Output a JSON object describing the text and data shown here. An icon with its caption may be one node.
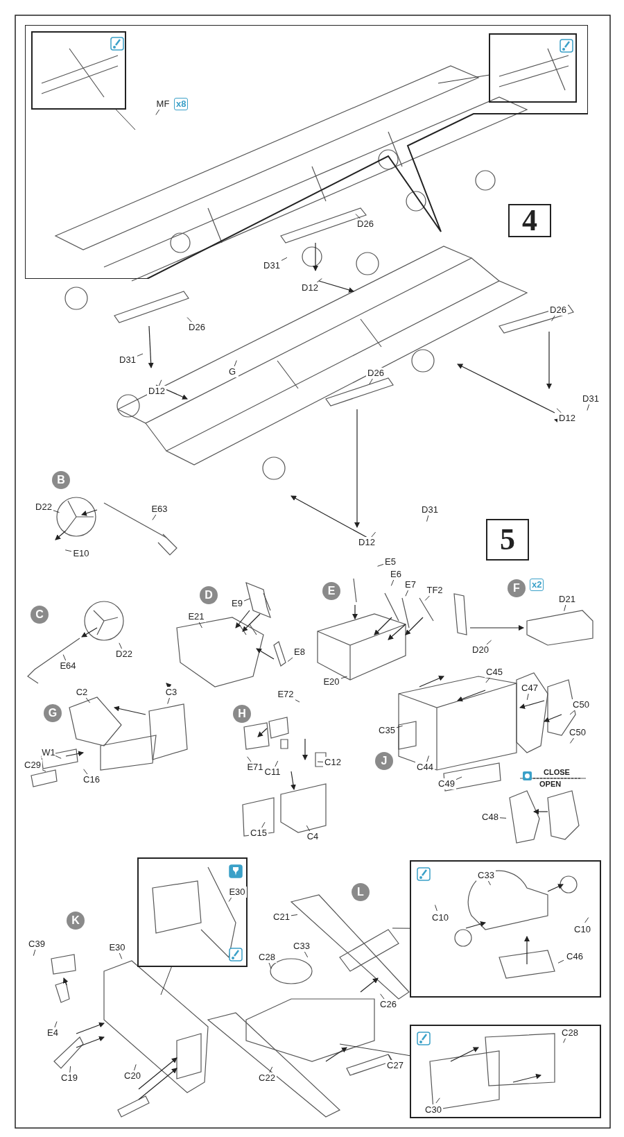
{
  "diagram": {
    "nodes": [
      {
        "text": [],
        "shape": "picture"
      },
      {
        "text": [],
        "shape": "picture",
        "in": 0
      },
      {
        "text": [],
        "shape": "picture",
        "in": 0
      },
      {
        "text": [
          "MF"
        ],
        "beside": [
          "x8"
        ],
        "in": 0
      },
      {
        "text": [
          "4"
        ]
      },
      {
        "text": [
          "D26"
        ]
      },
      {
        "text": [
          "D31"
        ]
      },
      {
        "text": [
          "D12"
        ]
      },
      {
        "text": [
          "D26"
        ]
      },
      {
        "text": [
          "D31"
        ]
      },
      {
        "text": [
          "D12"
        ]
      },
      {
        "text": [
          "G"
        ]
      },
      {
        "text": [
          "D26"
        ]
      },
      {
        "text": [
          "D31"
        ]
      },
      {
        "text": [
          "D12"
        ]
      },
      {
        "text": [
          "D26"
        ]
      },
      {
        "text": [
          "D31"
        ]
      },
      {
        "text": [
          "D12"
        ]
      },
      {
        "text": [
          "5"
        ]
      },
      {
        "text": [
          "B"
        ]
      },
      {
        "text": [
          "D22"
        ]
      },
      {
        "text": [
          "E63"
        ]
      },
      {
        "text": [
          "E10"
        ]
      },
      {
        "text": [
          "C"
        ]
      },
      {
        "text": [
          "D22"
        ]
      },
      {
        "text": [
          "E64"
        ]
      },
      {
        "text": [
          "D"
        ]
      },
      {
        "text": [
          "E9"
        ]
      },
      {
        "text": [
          "E21"
        ]
      },
      {
        "text": [
          "E8"
        ]
      },
      {
        "text": [
          "E"
        ]
      },
      {
        "text": [
          "E5"
        ]
      },
      {
        "text": [
          "E6"
        ]
      },
      {
        "text": [
          "E7"
        ]
      },
      {
        "text": [
          "TF2"
        ]
      },
      {
        "text": [
          "E20"
        ]
      },
      {
        "text": [
          "F"
        ],
        "beside": [
          "x2"
        ]
      },
      {
        "text": [
          "D21"
        ]
      },
      {
        "text": [
          "D20"
        ]
      },
      {
        "text": [
          "G"
        ]
      },
      {
        "text": [
          "C2"
        ]
      },
      {
        "text": [
          "C3"
        ]
      },
      {
        "text": [
          "W1"
        ]
      },
      {
        "text": [
          "C29"
        ]
      },
      {
        "text": [
          "C16"
        ]
      },
      {
        "text": [
          "H"
        ]
      },
      {
        "text": [
          "E72"
        ]
      },
      {
        "text": [
          "E71"
        ]
      },
      {
        "text": [
          "C11"
        ]
      },
      {
        "text": [
          "C12"
        ]
      },
      {
        "text": [
          "C15"
        ]
      },
      {
        "text": [
          "C4"
        ]
      },
      {
        "text": [
          "J"
        ]
      },
      {
        "text": [
          "C45"
        ]
      },
      {
        "text": [
          "C47"
        ]
      },
      {
        "text": [
          "C50"
        ]
      },
      {
        "text": [
          "C35"
        ]
      },
      {
        "text": [
          "C44"
        ]
      },
      {
        "text": [
          "C49"
        ]
      },
      {
        "text": [
          "C50"
        ]
      },
      {
        "text": [
          "C48"
        ]
      },
      {
        "text": [
          "K"
        ]
      },
      {
        "text": [
          "C39"
        ]
      },
      {
        "text": [
          "E30"
        ]
      },
      {
        "text": [
          "E4"
        ]
      },
      {
        "text": [
          "C19"
        ]
      },
      {
        "text": [
          "C20"
        ]
      },
      {
        "text": [],
        "shape": "picture"
      },
      {
        "text": [
          "E30"
        ],
        "in": 67
      },
      {
        "text": [
          "L"
        ]
      },
      {
        "text": [
          "C21"
        ]
      },
      {
        "text": [
          "C28"
        ]
      },
      {
        "text": [
          "C33"
        ]
      },
      {
        "text": [
          "C26"
        ]
      },
      {
        "text": [
          "C22"
        ]
      },
      {
        "text": [
          "C27"
        ]
      },
      {
        "text": [],
        "shape": "picture"
      },
      {
        "text": [
          "C33"
        ],
        "in": 76
      },
      {
        "text": [
          "C10"
        ],
        "in": 76
      },
      {
        "text": [
          "C10"
        ],
        "in": 76
      },
      {
        "text": [
          "C46"
        ],
        "in": 76
      },
      {
        "text": [],
        "shape": "picture"
      },
      {
        "text": [
          "C28"
        ],
        "in": 81
      },
      {
        "text": [
          "C30"
        ],
        "in": 81
      }
    ],
    "edges": [
      {
        "from": 1,
        "to": null,
        "arrow": "none"
      },
      {
        "from": 2,
        "to": null,
        "arrow": "none"
      },
      {
        "from": 3,
        "to": null,
        "arrow": "none"
      },
      {
        "from": 5,
        "to": null,
        "arrow": "none"
      },
      {
        "from": 6,
        "to": null,
        "arrow": "none"
      },
      {
        "from": 7,
        "to": null,
        "arrow": "none"
      },
      {
        "from": 8,
        "to": null,
        "arrow": "none"
      },
      {
        "from": 9,
        "to": null,
        "arrow": "none"
      },
      {
        "from": 10,
        "to": null,
        "arrow": "none"
      },
      {
        "from": 11,
        "to": null,
        "arrow": "none"
      },
      {
        "from": 12,
        "to": null,
        "arrow": "none"
      },
      {
        "from": 13,
        "to": null,
        "arrow": "none"
      },
      {
        "from": 14,
        "to": null,
        "arrow": "none"
      },
      {
        "from": 15,
        "to": null,
        "arrow": "none"
      },
      {
        "from": 16,
        "to": null,
        "arrow": "none"
      },
      {
        "from": 17,
        "to": null,
        "arrow": "none"
      },
      {
        "from": 20,
        "to": null,
        "arrow": "none"
      },
      {
        "from": 21,
        "to": null,
        "arrow": "none"
      },
      {
        "from": 22,
        "to": null,
        "arrow": "none"
      },
      {
        "from": 24,
        "to": null,
        "arrow": "none"
      },
      {
        "from": 25,
        "to": null,
        "arrow": "none"
      },
      {
        "from": 27,
        "to": null,
        "arrow": "none"
      },
      {
        "from": 28,
        "to": null,
        "arrow": "none"
      },
      {
        "from": 29,
        "to": null,
        "arrow": "none"
      },
      {
        "from": 31,
        "to": null,
        "arrow": "none"
      },
      {
        "from": 32,
        "to": null,
        "arrow": "none"
      },
      {
        "from": 33,
        "to": null,
        "arrow": "none"
      },
      {
        "from": 34,
        "to": null,
        "arrow": "none"
      },
      {
        "from": 35,
        "to": null,
        "arrow": "none"
      },
      {
        "from": 37,
        "to": null,
        "arrow": "none"
      },
      {
        "from": 38,
        "to": null,
        "arrow": "none"
      },
      {
        "from": 40,
        "to": null,
        "arrow": "none"
      },
      {
        "from": 41,
        "to": null,
        "arrow": "none"
      },
      {
        "from": 42,
        "to": null,
        "arrow": "none"
      },
      {
        "from": 43,
        "to": null,
        "arrow": "none"
      },
      {
        "from": 44,
        "to": null,
        "arrow": "none"
      },
      {
        "from": 46,
        "to": null,
        "arrow": "none"
      },
      {
        "from": 47,
        "to": null,
        "arrow": "none"
      },
      {
        "from": 48,
        "to": null,
        "arrow": "none"
      },
      {
        "from": 49,
        "to": null,
        "arrow": "none"
      },
      {
        "from": 50,
        "to": null,
        "arrow": "none"
      },
      {
        "from": 51,
        "to": null,
        "arrow": "none"
      },
      {
        "from": 53,
        "to": null,
        "arrow": "none"
      },
      {
        "from": 54,
        "to": null,
        "arrow": "none"
      },
      {
        "from": 55,
        "to": null,
        "arrow": "none"
      },
      {
        "from": 56,
        "to": null,
        "arrow": "none"
      },
      {
        "from": 57,
        "to": null,
        "arrow": "none"
      },
      {
        "from": 58,
        "to": null,
        "arrow": "none"
      },
      {
        "from": 59,
        "to": null,
        "arrow": "none"
      },
      {
        "from": 60,
        "to": null,
        "arrow": "none"
      },
      {
        "from": 62,
        "to": null,
        "arrow": "none"
      },
      {
        "from": 63,
        "to": null,
        "arrow": "none"
      },
      {
        "from": 64,
        "to": null,
        "arrow": "none"
      },
      {
        "from": 65,
        "to": null,
        "arrow": "none"
      },
      {
        "from": 66,
        "to": null,
        "arrow": "none"
      },
      {
        "from": 67,
        "to": null,
        "arrow": "none"
      },
      {
        "from": 68,
        "to": null,
        "arrow": "none"
      },
      {
        "from": 70,
        "to": null,
        "arrow": "none"
      },
      {
        "from": 71,
        "to": null,
        "arrow": "none"
      },
      {
        "from": 72,
        "to": null,
        "arrow": "none"
      },
      {
        "from": 73,
        "to": null,
        "arrow": "none"
      },
      {
        "from": 74,
        "to": null,
        "arrow": "none"
      },
      {
        "from": 75,
        "to": null,
        "arrow": "none"
      },
      {
        "from": 76,
        "to": null,
        "arrow": "none"
      },
      {
        "from": 77,
        "to": null,
        "arrow": "none"
      },
      {
        "from": 78,
        "to": null,
        "arrow": "none"
      },
      {
        "from": 79,
        "to": null,
        "arrow": "none"
      },
      {
        "from": 80,
        "to": null,
        "arrow": "none"
      },
      {
        "from": 81,
        "to": null,
        "arrow": "none"
      },
      {
        "from": 82,
        "to": null,
        "arrow": "none"
      },
      {
        "from": 83,
        "to": null,
        "arrow": "none"
      }
    ],
    "labels": [
      "CLOSE",
      "OPEN"
    ]
  }
}
